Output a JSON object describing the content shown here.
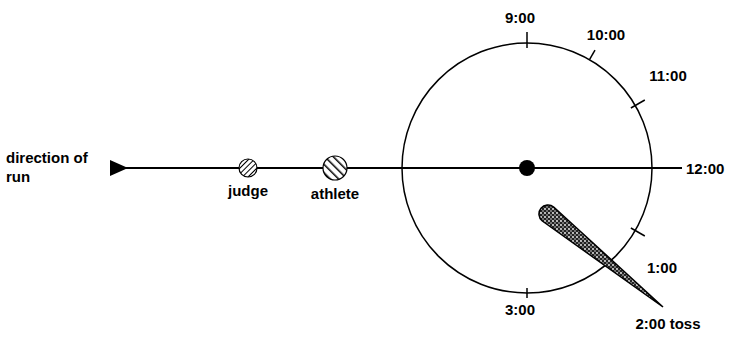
{
  "diagram": {
    "nodes": [
      {
        "text": [
          "judge"
        ]
      },
      {
        "text": [
          "athlete"
        ]
      }
    ],
    "labels": [
      "direction of run",
      "9:00",
      "10:00",
      "11:00",
      "12:00",
      "1:00",
      "3:00",
      "2:00 toss"
    ]
  }
}
